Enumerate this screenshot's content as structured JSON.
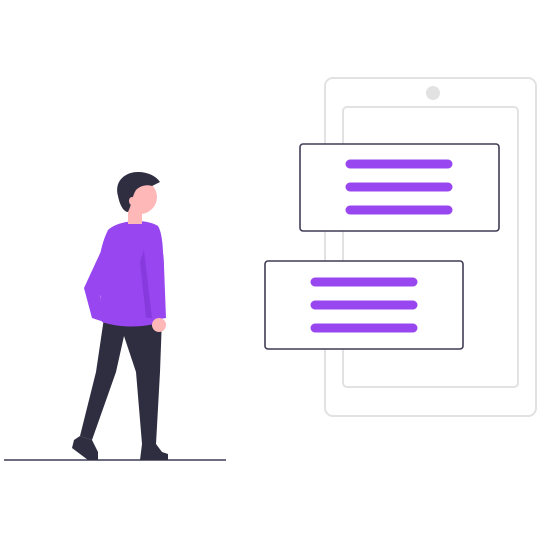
{
  "colors": {
    "accent": "#9847F0",
    "phone_outline": "#E2E2E2",
    "card_outline": "#3F3D56",
    "card_fill": "#FFFFFF",
    "skin": "#FFB8B8",
    "hair": "#2F2E41",
    "pants": "#2F2E41",
    "ground": "#3F3D56"
  },
  "illustration": {
    "figure": "person-looking-at-phone",
    "device": "smartphone-outline",
    "cards": 2,
    "lines_per_card": 3
  }
}
